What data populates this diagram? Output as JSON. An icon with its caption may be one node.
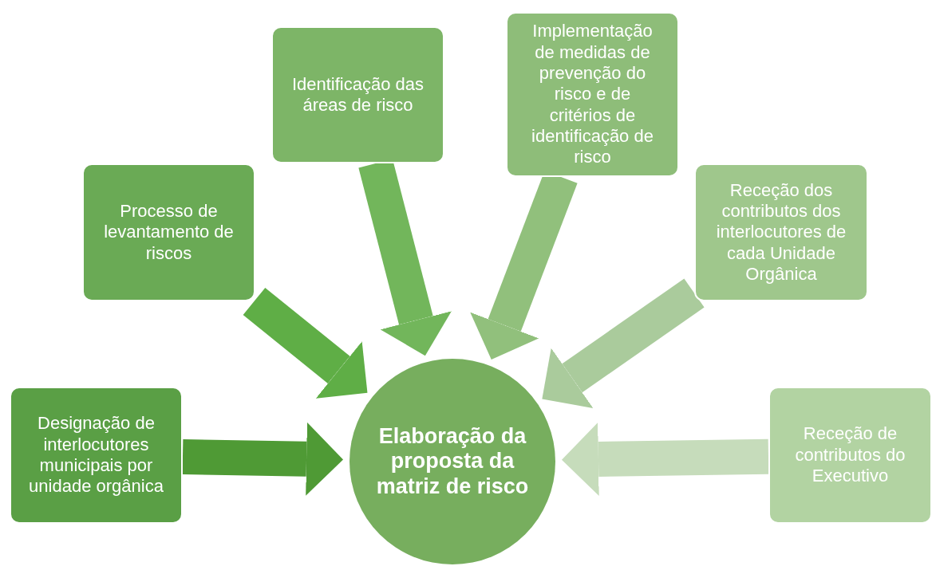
{
  "diagram": {
    "nodes": [
      {
        "text": [
          "Elaboração da proposta da matriz de risco"
        ]
      },
      {
        "text": [
          "Designação de interlocutores municipais por unidade orgânica"
        ]
      },
      {
        "text": [
          "Processo de levantamento de riscos"
        ]
      },
      {
        "text": [
          "Identificação das áreas de risco"
        ]
      },
      {
        "text": [
          "Implementação de medidas de prevenção do risco e de critérios de identificação de risco"
        ]
      },
      {
        "text": [
          "Receção dos contributos dos interlocutores de cada Unidade Orgânica"
        ]
      },
      {
        "text": [
          "Receção de contributos do Executivo"
        ]
      }
    ],
    "edges": [
      {
        "from": 1,
        "to": 0,
        "arrow": "to",
        "color": "#4f9a35"
      },
      {
        "from": 2,
        "to": 0,
        "arrow": "to",
        "color": "#5fae46"
      },
      {
        "from": 3,
        "to": 0,
        "arrow": "to",
        "color": "#72b65b"
      },
      {
        "from": 4,
        "to": 0,
        "arrow": "to",
        "color": "#91c07c"
      },
      {
        "from": 5,
        "to": 0,
        "arrow": "to",
        "color": "#aacb9c"
      },
      {
        "from": 6,
        "to": 0,
        "arrow": "to",
        "color": "#c6dcbb"
      }
    ]
  }
}
